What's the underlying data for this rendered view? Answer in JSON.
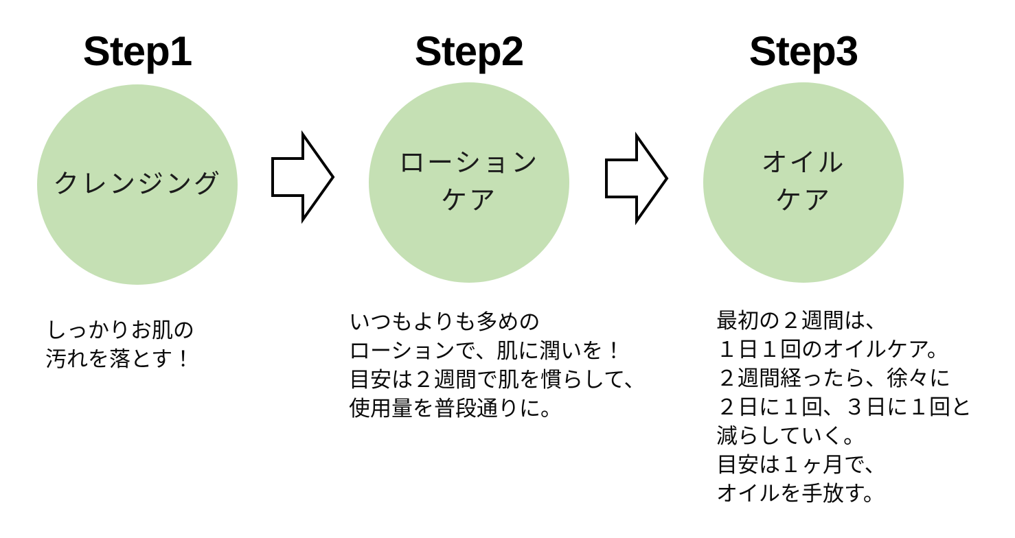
{
  "diagram": {
    "background_color": "#ffffff",
    "circle_color": "#c5e0b4",
    "text_color": "#000000",
    "arrow": {
      "icon": "right-block-arrow",
      "fill": "#ffffff",
      "stroke": "#000000"
    }
  },
  "steps": [
    {
      "title": "Step1",
      "circle_lines": [
        "クレンジング"
      ],
      "description_lines": [
        "しっかりお肌の",
        "汚れを落とす！"
      ]
    },
    {
      "title": "Step2",
      "circle_lines": [
        "ローション",
        "ケア"
      ],
      "description_lines": [
        "いつもよりも多めの",
        "ローションで、肌に潤いを！",
        "目安は２週間で肌を慣らして、",
        "使用量を普段通りに。"
      ]
    },
    {
      "title": "Step3",
      "circle_lines": [
        "オイル",
        "ケア"
      ],
      "description_lines": [
        "最初の２週間は、",
        "１日１回のオイルケア。",
        "２週間経ったら、徐々に",
        "２日に１回、３日に１回と",
        "減らしていく。",
        "目安は１ヶ月で、",
        "オイルを手放す。"
      ]
    }
  ]
}
